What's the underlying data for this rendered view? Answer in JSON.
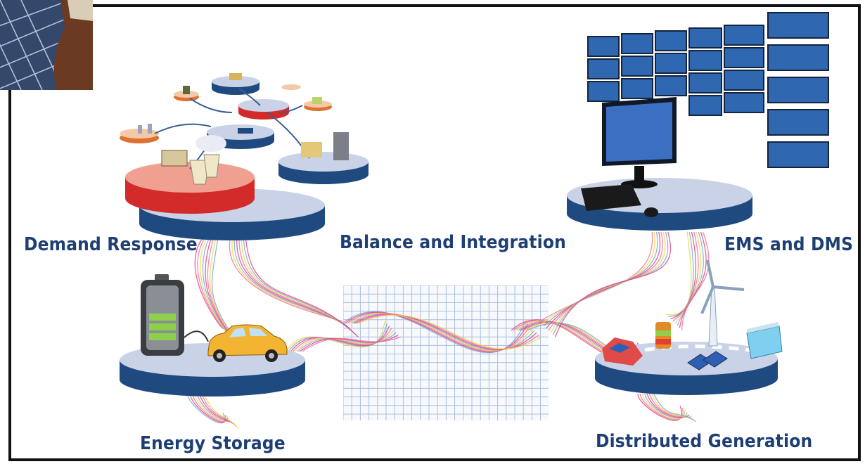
{
  "labels": {
    "demand_response": "Demand Response",
    "balance_integration": "Balance and Integration",
    "ems_dms": "EMS and DMS",
    "energy_storage": "Energy Storage",
    "distributed_generation": "Distributed Generation"
  },
  "colors": {
    "platform_top": "#c9d2e6",
    "platform_side": "#1f4a80",
    "demand_top": "#f0a090",
    "demand_side": "#d32a2a",
    "label_text": "#1d3f73",
    "grid_line": "#9fb5d6",
    "wave_colors": [
      "#e23a7a",
      "#f06aa0",
      "#f5d23a",
      "#6aa6d8"
    ]
  },
  "icons": [
    "solar-panel-photo",
    "battery-icon",
    "electric-car-icon",
    "computer-monitor-icon",
    "video-wall-icon",
    "keyboard-icon",
    "mouse-icon",
    "wind-turbine-icon",
    "solar-panels-icon",
    "house-icon",
    "hydro-dam-icon",
    "power-plant-icon",
    "factory-icon"
  ]
}
